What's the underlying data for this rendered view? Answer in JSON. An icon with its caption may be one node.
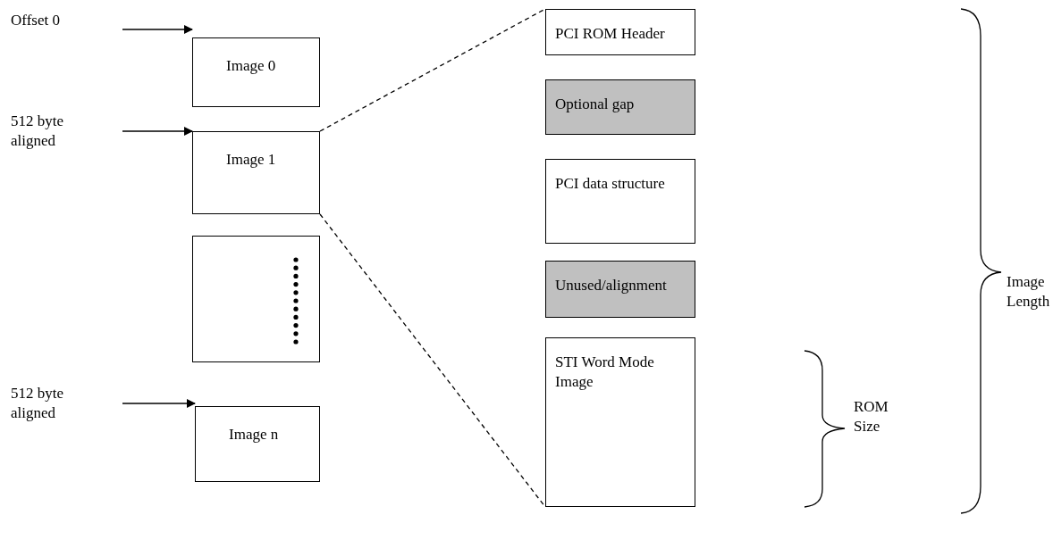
{
  "diagram": {
    "nodes": [
      {
        "text": [
          "Offset 0"
        ]
      },
      {
        "text": [
          "Image 0"
        ]
      },
      {
        "text": [
          "512 byte aligned"
        ]
      },
      {
        "text": [
          "Image 1"
        ]
      },
      {
        "text": [],
        "shape": "box"
      },
      {
        "text": [
          "512 byte aligned"
        ]
      },
      {
        "text": [
          "Image n"
        ]
      },
      {
        "text": [
          "PCI ROM Header"
        ]
      },
      {
        "text": [
          "Optional gap"
        ]
      },
      {
        "text": [
          "PCI data structure"
        ]
      },
      {
        "text": [
          "Unused/alignment"
        ]
      },
      {
        "text": [
          "STI Word Mode Image"
        ]
      }
    ],
    "edges": [
      {
        "from": 0,
        "to": 1,
        "arrow": "to"
      },
      {
        "from": 2,
        "to": 3,
        "arrow": "to"
      },
      {
        "from": 5,
        "to": 6,
        "arrow": "to"
      },
      {
        "from": 3,
        "to": 7,
        "arrow": "none",
        "style": "dashed"
      },
      {
        "from": 3,
        "to": 11,
        "arrow": "none",
        "style": "dashed"
      }
    ],
    "labels": [
      "Image Length",
      "ROM Size"
    ]
  }
}
